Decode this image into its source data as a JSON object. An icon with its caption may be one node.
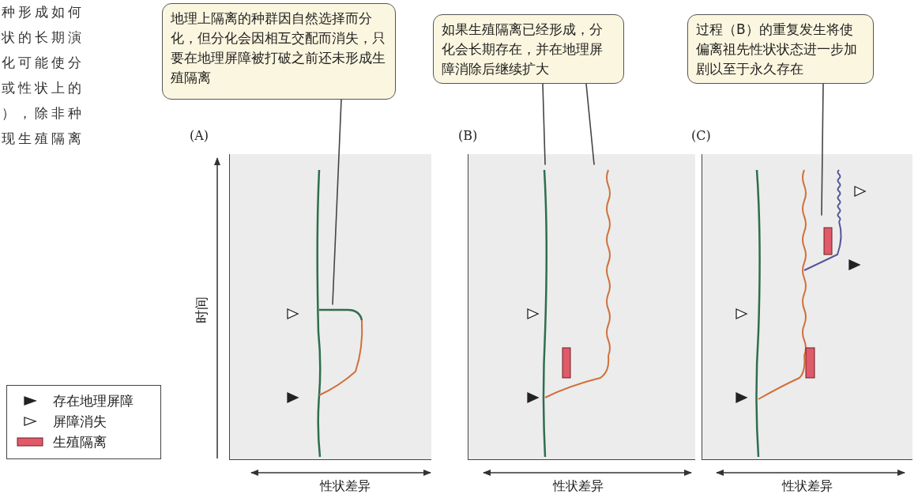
{
  "diagram": {
    "nodes": [
      {
        "text": [
          "地理上隔离的种群因自然选择而分化，但分化会因相互交配而消失，只要在地理屏障被打破之前还未形成生殖隔离"
        ]
      },
      {
        "text": [
          "如果生殖隔离已经形成，分化会长期存在，并在地理屏障消除后继续扩大"
        ]
      },
      {
        "text": [
          "过程（B）的重复发生将使偏离祖先性状状态进一步加剧以至于永久存在"
        ]
      },
      {
        "text": [
          "(A)"
        ]
      },
      {
        "text": [
          "(B)"
        ]
      },
      {
        "text": [
          "(C)"
        ]
      }
    ],
    "edges": [
      {
        "from": 0,
        "to": 3,
        "arrow": "none"
      },
      {
        "from": 1,
        "to": 4,
        "arrow": "none"
      },
      {
        "from": 1,
        "to": 4,
        "arrow": "none"
      },
      {
        "from": 2,
        "to": 5,
        "arrow": "none"
      }
    ],
    "labels": [
      "种形成如何",
      "状的长期演",
      "化可能使分",
      "或性状上的",
      "），除非种",
      "现生殖隔离",
      "时间",
      "性状差异",
      "性状差异",
      "性状差异"
    ],
    "legend": [
      {
        "text": "存在地理屏障"
      },
      {
        "text": "屏障消失"
      },
      {
        "text": "生殖隔离",
        "color": "#e05a6a"
      }
    ]
  }
}
